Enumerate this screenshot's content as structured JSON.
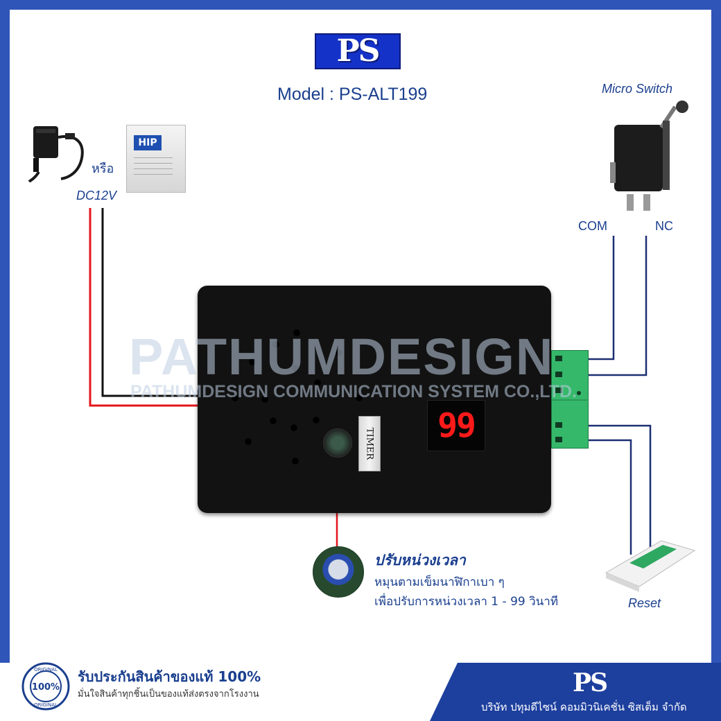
{
  "logo": {
    "text": "PS"
  },
  "model": "Model : PS-ALT199",
  "power": {
    "or_label": "หรือ",
    "voltage_label": "DC12V",
    "psu_brand": "HIP"
  },
  "micro_switch": {
    "title": "Micro Switch",
    "com_label": "COM",
    "nc_label": "NC"
  },
  "device": {
    "display_value": "99",
    "timer_label": "TIMER"
  },
  "watermark": {
    "main": "PATHUMDESIGN",
    "sub": "PATHUMDESIGN COMMUNICATION SYSTEM CO.,LTD."
  },
  "adjust": {
    "title": "ปรับหน่วงเวลา",
    "line1": "หมุนตามเข็มนาฬิกาเบา ๆ",
    "line2": "เพื่อปรับการหน่วงเวลา 1 - 99 วินาที"
  },
  "reset_label": "Reset",
  "footer": {
    "warranty_title": "รับประกันสินค้าของแท้ 100%",
    "warranty_sub": "มั่นใจสินค้าทุกชิ้นเป็นของแท้ส่งตรงจากโรงงาน",
    "badge_text": "100%",
    "badge_ring": "ORIGINAL",
    "logo": "PS",
    "company": "บริษัท ปทุมดีไซน์ คอมมิวนิเคชั่น ซิสเต็ม จำกัด"
  },
  "colors": {
    "brand_blue": "#1d3f9e",
    "text_blue": "#1a3f8e",
    "wire_red": "#e3141b",
    "wire_navy": "#1b2f72",
    "terminal_green": "#35b86a",
    "display_red": "#ff1a1a"
  }
}
